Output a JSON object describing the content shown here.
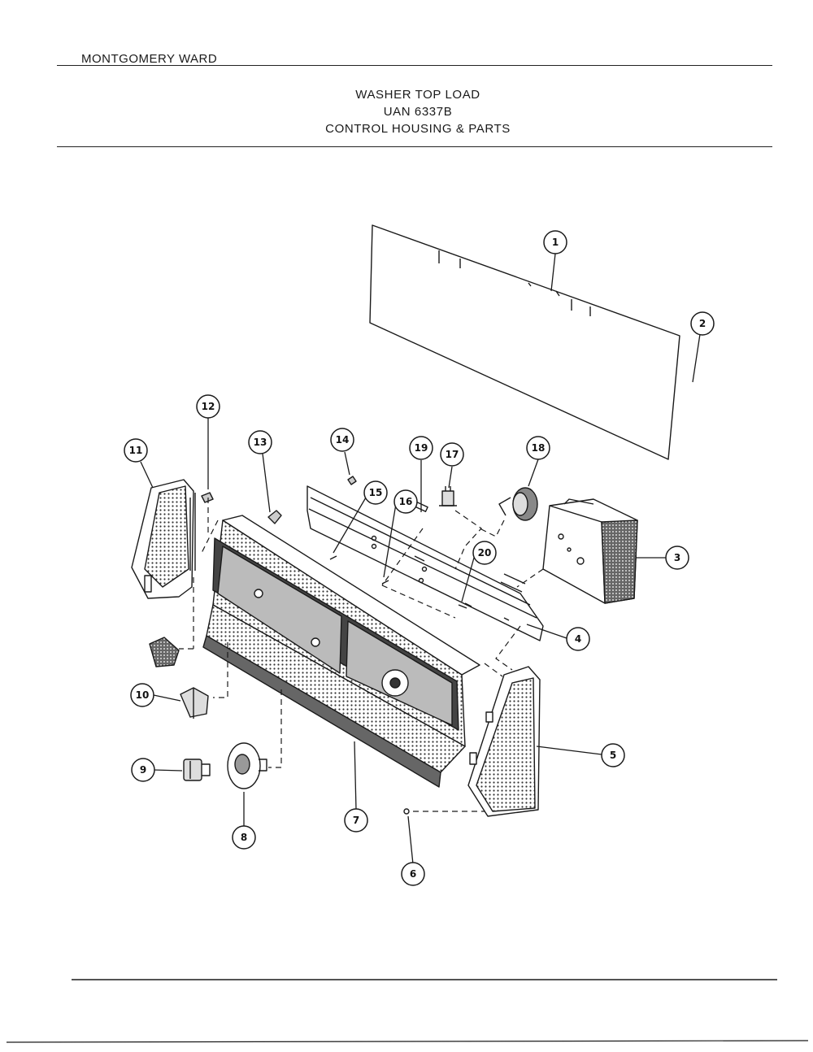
{
  "header": {
    "brand": "MONTGOMERY WARD",
    "title_line1": "WASHER TOP LOAD",
    "title_line2": "UAN 6337B",
    "title_line3": "CONTROL HOUSING & PARTS"
  },
  "callouts": [
    "1",
    "2",
    "3",
    "4",
    "5",
    "6",
    "7",
    "8",
    "9",
    "10",
    "11",
    "12",
    "13",
    "14",
    "15",
    "16",
    "17",
    "18",
    "19",
    "20"
  ],
  "colors": {
    "ink": "#1a1a1a",
    "paper": "#ffffff"
  }
}
